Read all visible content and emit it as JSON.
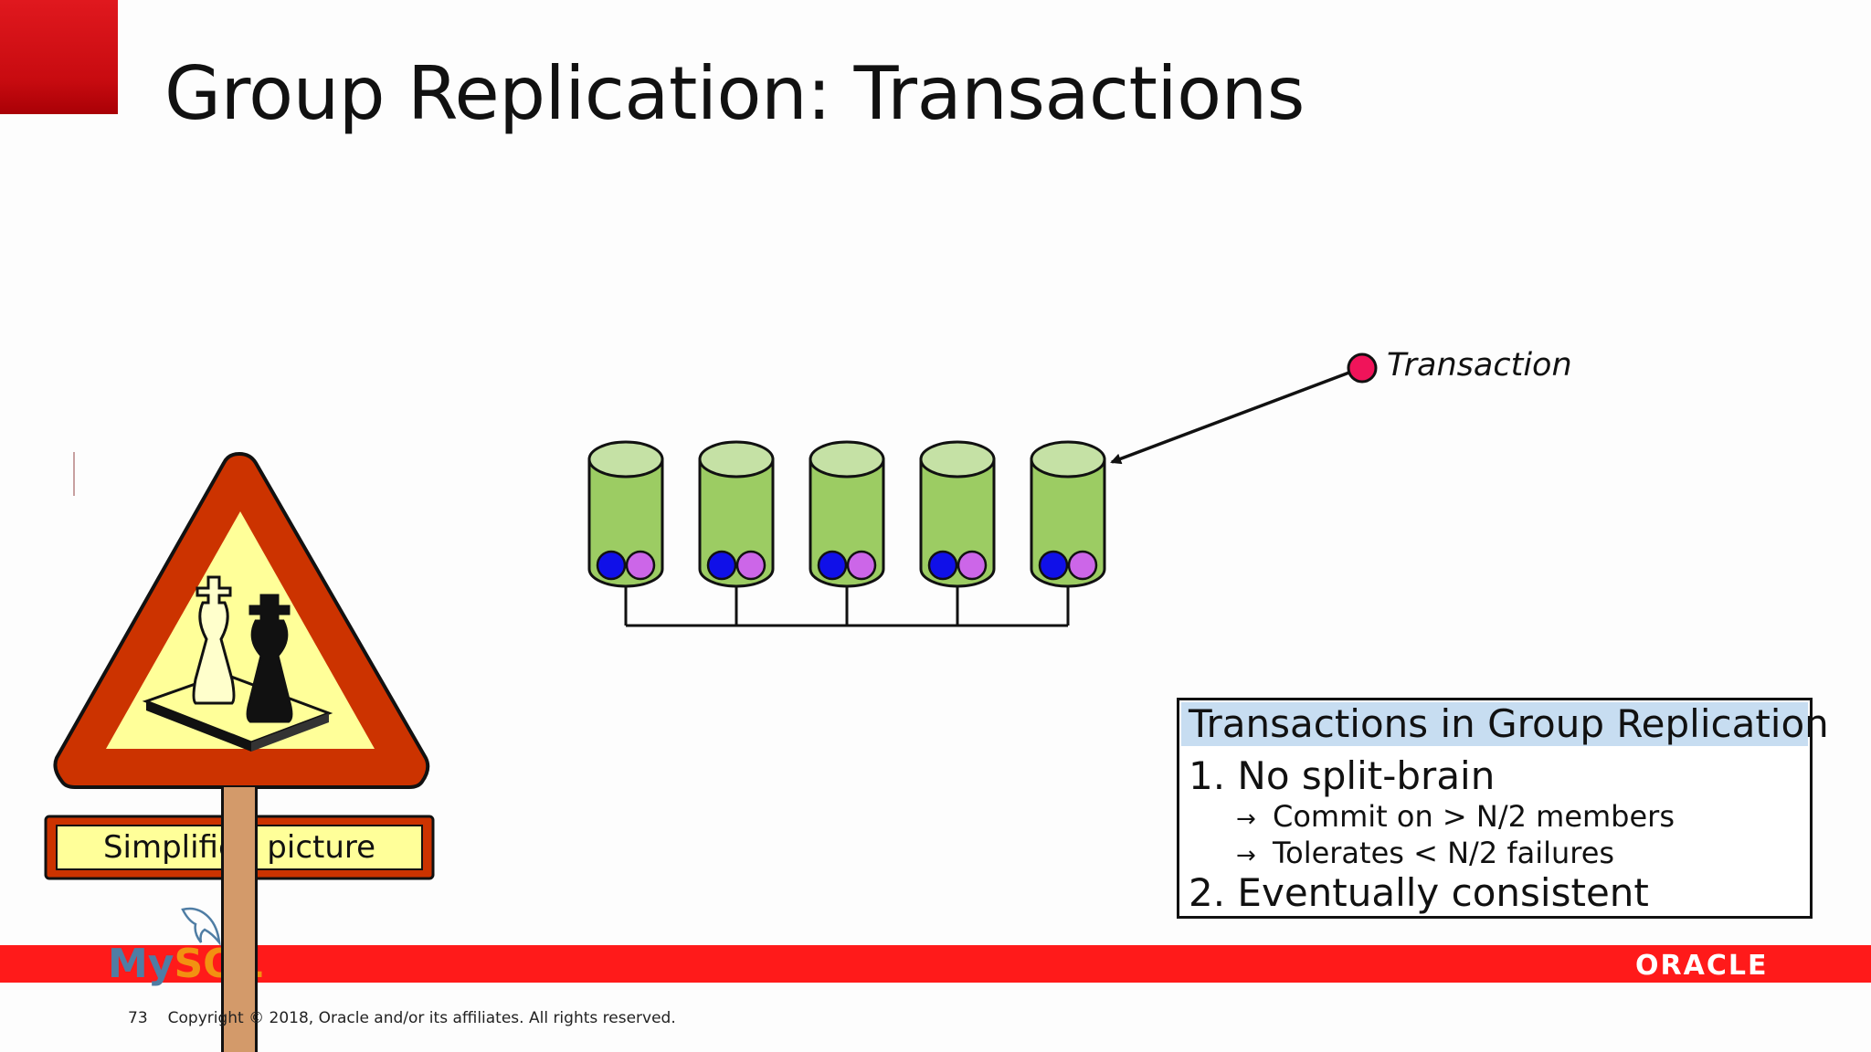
{
  "slide": {
    "title": "Group Replication: Transactions",
    "page_number": "73",
    "copyright": "Copyright © 2018, Oracle and/or its affiliates. All rights reserved."
  },
  "diagram": {
    "transaction_label": "Transaction",
    "node_count": 5,
    "colors": {
      "cylinder_fill": "#9ccc63",
      "cylinder_top": "#c5e1a5",
      "dot_blue": "#1010e8",
      "dot_violet": "#cc66e8",
      "transaction_dot": "#f0145a"
    }
  },
  "sign": {
    "label": "Simplified picture",
    "colors": {
      "border": "#cc3300",
      "inner": "#ffff99",
      "post": "#d39a6a"
    },
    "icon": "chess-kings-icon"
  },
  "infobox": {
    "header": "Transactions in Group Replication",
    "item1": "1. No split-brain",
    "sub1": "Commit on > N/2 members",
    "sub2": "Tolerates < N/2 failures",
    "item2": "2. Eventually consistent",
    "arrow": "→"
  },
  "branding": {
    "left_logo_my": "My",
    "left_logo_sql": "SQL",
    "right_logo": "ORACLE",
    "band_color": "#ff1a1a"
  }
}
